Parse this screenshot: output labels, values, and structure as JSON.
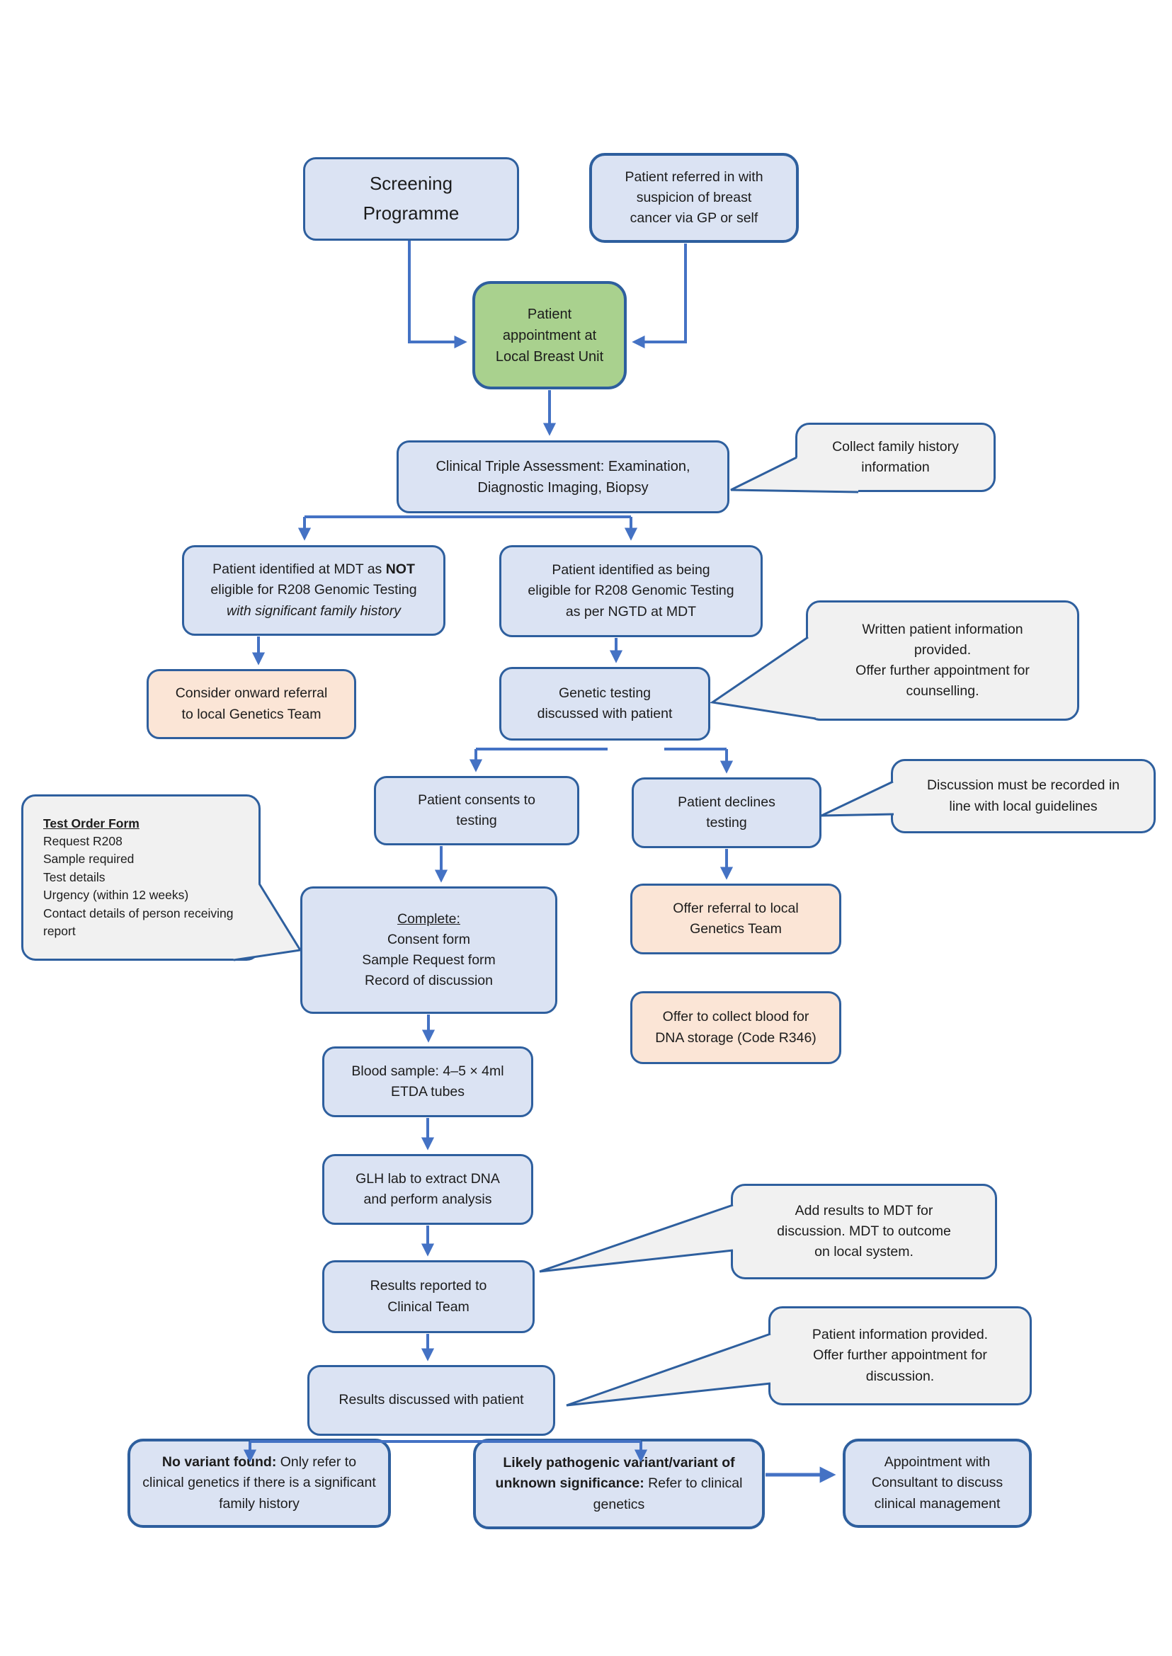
{
  "diagram_type": "clinical-pathway-flowchart",
  "colors": {
    "process_box_fill": "#dbe3f3",
    "start_box_fill": "#a9d18e",
    "referral_box_fill": "#fbe5d6",
    "callout_fill": "#f1f1f1",
    "shape_border": "#2e5f9e",
    "arrow": "#4472c4",
    "text": "#1c1c1c"
  },
  "nodes": {
    "screening": {
      "label": "Screening\nProgramme"
    },
    "referred": {
      "label": "Patient referred in with\nsuspicion of breast\ncancer via GP or self"
    },
    "appointment": {
      "label": "Patient\nappointment at\nLocal Breast Unit"
    },
    "assessment": {
      "label": "Clinical Triple Assessment: Examination,\nDiagnostic Imaging, Biopsy"
    },
    "not_eligible": {
      "part1": "Patient identified at MDT as ",
      "bold": "NOT",
      "part2": " eligible for R208 Genomic Testing",
      "italic": "with significant family history"
    },
    "eligible": {
      "label": "Patient identified as being\neligible for R208 Genomic Testing\nas per NGTD at MDT"
    },
    "consider_referral": {
      "label": "Consider onward referral\nto local Genetics Team"
    },
    "genetic_discussed": {
      "label": "Genetic testing\ndiscussed with patient"
    },
    "consents": {
      "label": "Patient consents to\ntesting"
    },
    "declines": {
      "label": "Patient declines\ntesting"
    },
    "complete": {
      "title": "Complete:",
      "body": "Consent form\nSample Request form\nRecord of discussion"
    },
    "offer_referral": {
      "label": "Offer referral to local\nGenetics Team"
    },
    "offer_blood": {
      "label": "Offer to collect blood for\nDNA storage (Code R346)"
    },
    "blood_sample": {
      "label": "Blood sample: 4–5 × 4ml\nETDA tubes"
    },
    "glh_lab": {
      "label": "GLH lab to extract DNA\nand perform analysis"
    },
    "results_reported": {
      "label": "Results reported to\nClinical Team"
    },
    "results_discussed": {
      "label": "Results discussed with patient"
    },
    "no_variant": {
      "bold": "No variant found:",
      "rest": " Only refer to clinical genetics if there is a significant family history"
    },
    "likely_pathogenic": {
      "bold": "Likely pathogenic variant/variant of unknown significance:",
      "rest": " Refer to clinical genetics"
    },
    "consultant": {
      "label": "Appointment with\nConsultant to discuss\nclinical management"
    }
  },
  "callouts": {
    "family_history": {
      "label": "Collect family history\ninformation"
    },
    "written_info": {
      "label": "Written patient information\nprovided.\nOffer further appointment for\ncounselling."
    },
    "discussion_recorded": {
      "label": "Discussion must be recorded in\nline with local guidelines"
    },
    "test_order": {
      "title": "Test Order Form",
      "body": "Request R208\nSample required\nTest details\nUrgency (within 12 weeks)\nContact details of person receiving report"
    },
    "add_results": {
      "label": "Add results to MDT for\ndiscussion. MDT to outcome\non local system."
    },
    "patient_info": {
      "label": "Patient information provided.\nOffer further appointment for\ndiscussion."
    }
  }
}
